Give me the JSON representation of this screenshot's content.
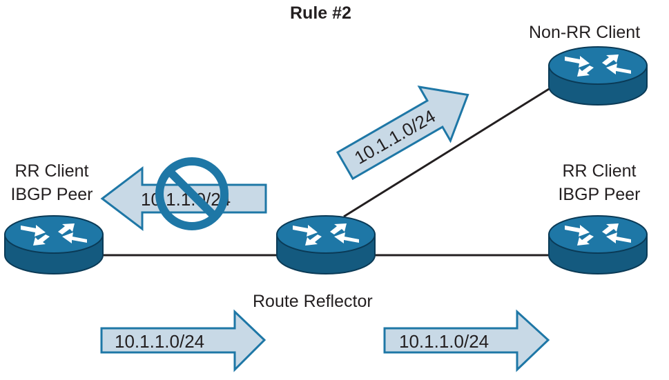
{
  "title": "Rule #2",
  "nodes": {
    "non_rr_client": {
      "label": "Non-RR Client"
    },
    "left_client": {
      "label_line1": "RR Client",
      "label_line2": "IBGP Peer"
    },
    "right_client": {
      "label_line1": "RR Client",
      "label_line2": "IBGP Peer"
    },
    "route_reflector": {
      "label": "Route Reflector"
    }
  },
  "advertisements": {
    "to_non_rr_client": "10.1.1.0/24",
    "blocked_to_left_client": "10.1.1.0/24",
    "from_left_client": "10.1.1.0/24",
    "to_right_client": "10.1.1.0/24"
  },
  "colors": {
    "router_top": "#1e77a6",
    "router_body": "#145a7f",
    "router_outline": "#0a3a56",
    "arrow_fill": "#c8d9e6",
    "arrow_outline": "#1e77a6",
    "prohibit": "#1e77a6",
    "link_line": "#231f20",
    "text": "#231f20"
  }
}
